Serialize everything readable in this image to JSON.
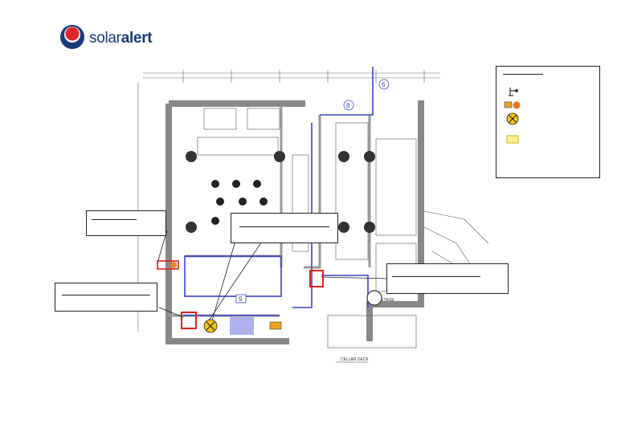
{
  "brand": {
    "name_light": "solar",
    "name_bold": "alert",
    "colors": {
      "red": "#e3262a",
      "blue": "#1a3a78"
    }
  },
  "plan": {
    "stage_label": "STAGE",
    "cellar_label": "CELLAR DECK",
    "room_numbers": [
      "6",
      "8",
      "9"
    ],
    "accent_colors": {
      "walls": "#888888",
      "routes": "#3a44c8",
      "highlight": "#e0201a",
      "marker": "#f0c419"
    }
  },
  "legend": {
    "icons": [
      "detector-icon",
      "sounder-beacon-icon",
      "status-indicator-icon",
      "panel-icon"
    ]
  },
  "callouts": [
    {
      "name": "callout-left-upper"
    },
    {
      "name": "callout-center"
    },
    {
      "name": "callout-left-lower"
    },
    {
      "name": "callout-right"
    }
  ]
}
